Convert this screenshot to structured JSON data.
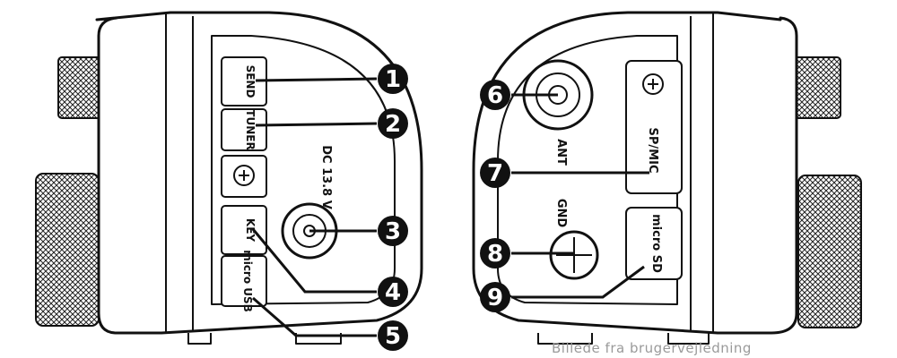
{
  "left_panel": {
    "port_labels": {
      "send": "SEND",
      "tuner": "TUNER",
      "dc": "DC 13.8 V",
      "key": "KEY",
      "micro_usb": "micro USB"
    }
  },
  "right_panel": {
    "port_labels": {
      "ant": "ANT",
      "gnd": "GND",
      "sp_mic": "SP/MIC",
      "micro_sd": "micro SD"
    }
  },
  "callouts": [
    "1",
    "2",
    "3",
    "4",
    "5",
    "6",
    "7",
    "8",
    "9"
  ],
  "caption": "Billede fra brugervejledning",
  "colors": {
    "line": "#111111",
    "callout_fill": "#111111",
    "caption": "#9a9a9a"
  }
}
